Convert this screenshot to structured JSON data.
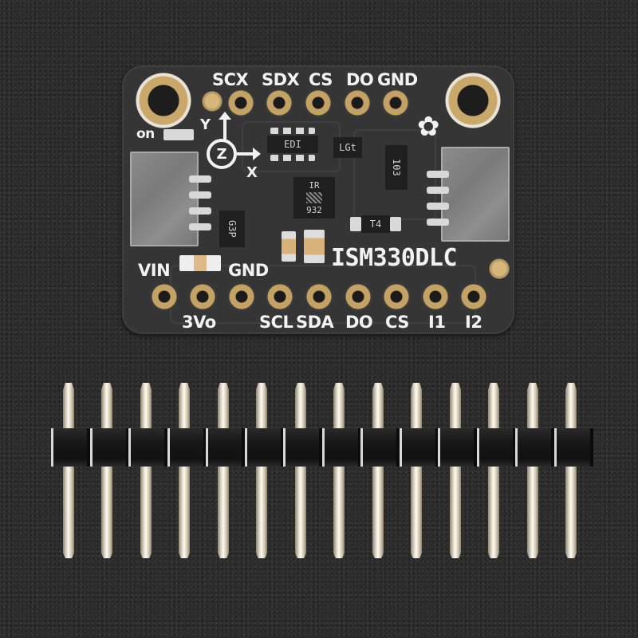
{
  "scene": {
    "subject": "Sensor breakout board with pin header strip",
    "background_color": "#2b2b2b",
    "board_color": "#353535",
    "gold_pad_color": "#c4a263",
    "silkscreen_color": "#f2f2f2"
  },
  "board": {
    "part_label": "ISM330DLC",
    "top_pins": [
      "SCX",
      "SDX",
      "CS",
      "DO",
      "GND"
    ],
    "bottom_pins_upper_row": [
      "VIN",
      "GND"
    ],
    "bottom_pins_lower_row": [
      "3Vo",
      "SCL",
      "SDA",
      "DO",
      "CS",
      "I1",
      "I2"
    ],
    "power_led_label": "on",
    "axis_labels": {
      "y": "Y",
      "x": "X",
      "z": "Z"
    },
    "chip_markings": {
      "resistor_array_1": "EDI",
      "regulator_small": "LGt",
      "resistor_array_2": "103",
      "sensor_ic_line1": "IR",
      "sensor_ic_line2": "932",
      "regulator": "G3P",
      "diode": "T4"
    },
    "bottom_pin_count": 9,
    "top_pin_count": 5
  },
  "header_strip": {
    "pin_count": 14
  }
}
